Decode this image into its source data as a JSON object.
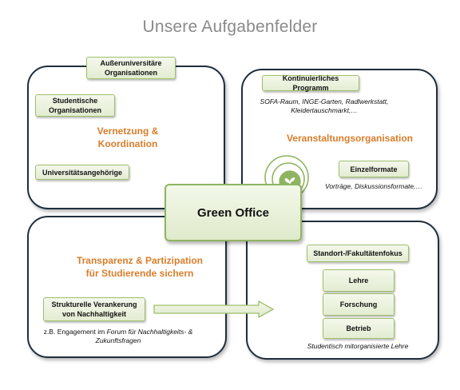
{
  "title": "Unsere Aufgabenfelder",
  "center": {
    "label": "Green Office"
  },
  "quadrants": {
    "top_left": {
      "heading_line1": "Vernetzung &",
      "heading_line2": "Koordination",
      "tag_external_line1": "Außeruniversitäre",
      "tag_external_line2": "Organisationen",
      "tag_students_line1": "Studentische",
      "tag_students_line2": "Organisationen",
      "tag_members": "Universitätsangehörige"
    },
    "top_right": {
      "heading": "Veranstaltungsorganisation",
      "tag_program": "Kontinuierliches Programm",
      "program_note_line1": "SOFA-Raum, INGE-Garten, Radlwerkstatt,",
      "program_note_line2": "Kleidertauschmarkt,…",
      "tag_single": "Einzelformate",
      "single_note": "Vorträge, Diskussionsformate,…"
    },
    "bottom_left": {
      "heading_line1": "Transparenz & Partizipation",
      "heading_line2": "für Studierende sichern",
      "tag_structural_line1": "Strukturelle Verankerung",
      "tag_structural_line2": "von Nachhaltigkeit",
      "note_prefix": "z.B.  Engagement im ",
      "note_italic_line1": "Forum für Nachhaltigkeits- &",
      "note_italic_line2": "Zukunftsfragen"
    },
    "bottom_right": {
      "tag_focus": "Standort-/Fakultätenfokus",
      "tag_teaching": "Lehre",
      "tag_research": "Forschung",
      "tag_operations": "Betrieb",
      "note": "Studentisch mitorganisierte Lehre"
    }
  },
  "colors": {
    "accent_orange": "#d97d2a",
    "accent_green": "#8fb461",
    "border_dark": "#1f2e3d",
    "title_gray": "#8a8a8a"
  },
  "icons": [
    "sprout-icon",
    "arrow-right-icon"
  ]
}
